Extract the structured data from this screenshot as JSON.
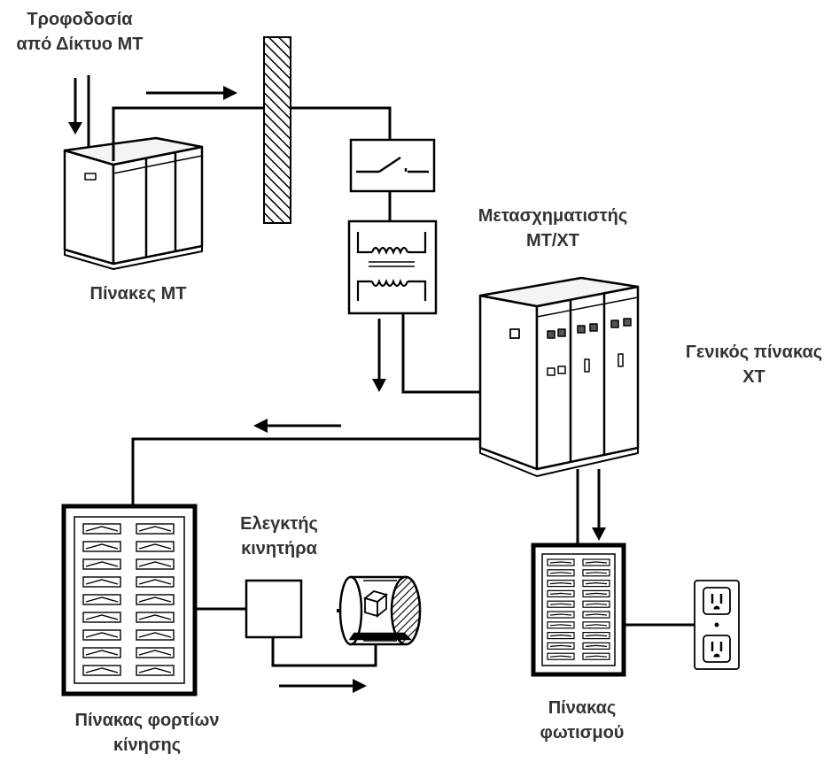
{
  "labels": {
    "feed": {
      "line1": "Τροφοδοσία",
      "line2": "από Δίκτυο ΜΤ"
    },
    "mv_panels": "Πίνακες ΜΤ",
    "transformer": {
      "line1": "Μετασχηματιστής",
      "line2": "ΜΤ/ΧΤ"
    },
    "main_lv_panel": {
      "line1": "Γενικός πίνακας",
      "line2": "ΧΤ"
    },
    "motor_controller": {
      "line1": "Ελεγκτής",
      "line2": "κινητήρα"
    },
    "motor_load_panel": {
      "line1": "Πίνακας φορτίων",
      "line2": "κίνησης"
    },
    "lighting_panel": {
      "line1": "Πίνακας",
      "line2": "φωτισμού"
    }
  },
  "colors": {
    "line": "#000000",
    "text": "#333333",
    "background": "#ffffff"
  },
  "icons": [
    "mv-switchgear-icon",
    "wall-icon",
    "switch-icon",
    "transformer-icon",
    "lv-switchboard-icon",
    "motor-panel-icon",
    "controller-icon",
    "motor-icon",
    "lighting-panel-icon",
    "outlet-icon",
    "arrow-icon"
  ]
}
